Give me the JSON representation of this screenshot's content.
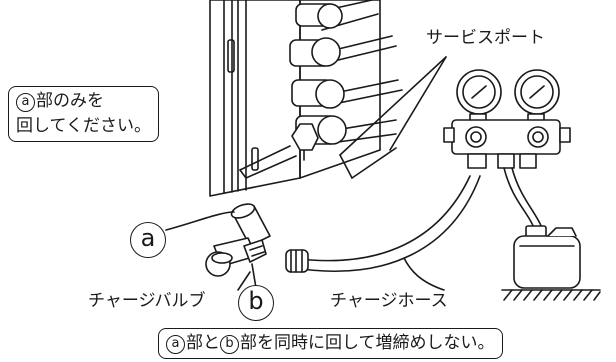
{
  "labels": {
    "service_port": "サービスポート",
    "charge_valve": "チャージバルブ",
    "charge_hose": "チャージホース",
    "marker_a": "a",
    "marker_b": "b"
  },
  "note_top": {
    "marker": "a",
    "line1_suffix": "部のみを",
    "line2": "回してください。"
  },
  "note_bottom": {
    "marker_a": "a",
    "part1": "部と",
    "marker_b": "b",
    "part2": "部を同時に回して増締めしない。"
  },
  "colors": {
    "ink": "#1a1a1a",
    "background": "#ffffff"
  }
}
